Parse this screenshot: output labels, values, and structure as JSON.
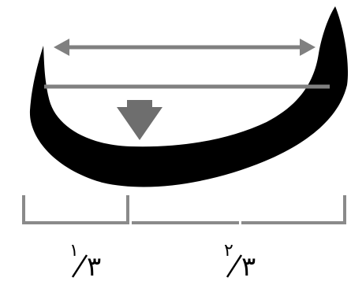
{
  "labels": {
    "third": {
      "numerator": "١",
      "denominator": "٣"
    },
    "two_thirds": {
      "numerator": "٢",
      "denominator": "٣"
    }
  },
  "colors": {
    "ink": "#000000",
    "guide": "#808080",
    "arrow_head": "#6e6e6e",
    "background": "#ffffff"
  },
  "icons": {
    "width_arrow": "double-arrow-horizontal",
    "pointer": "down-triangle-arrow"
  }
}
